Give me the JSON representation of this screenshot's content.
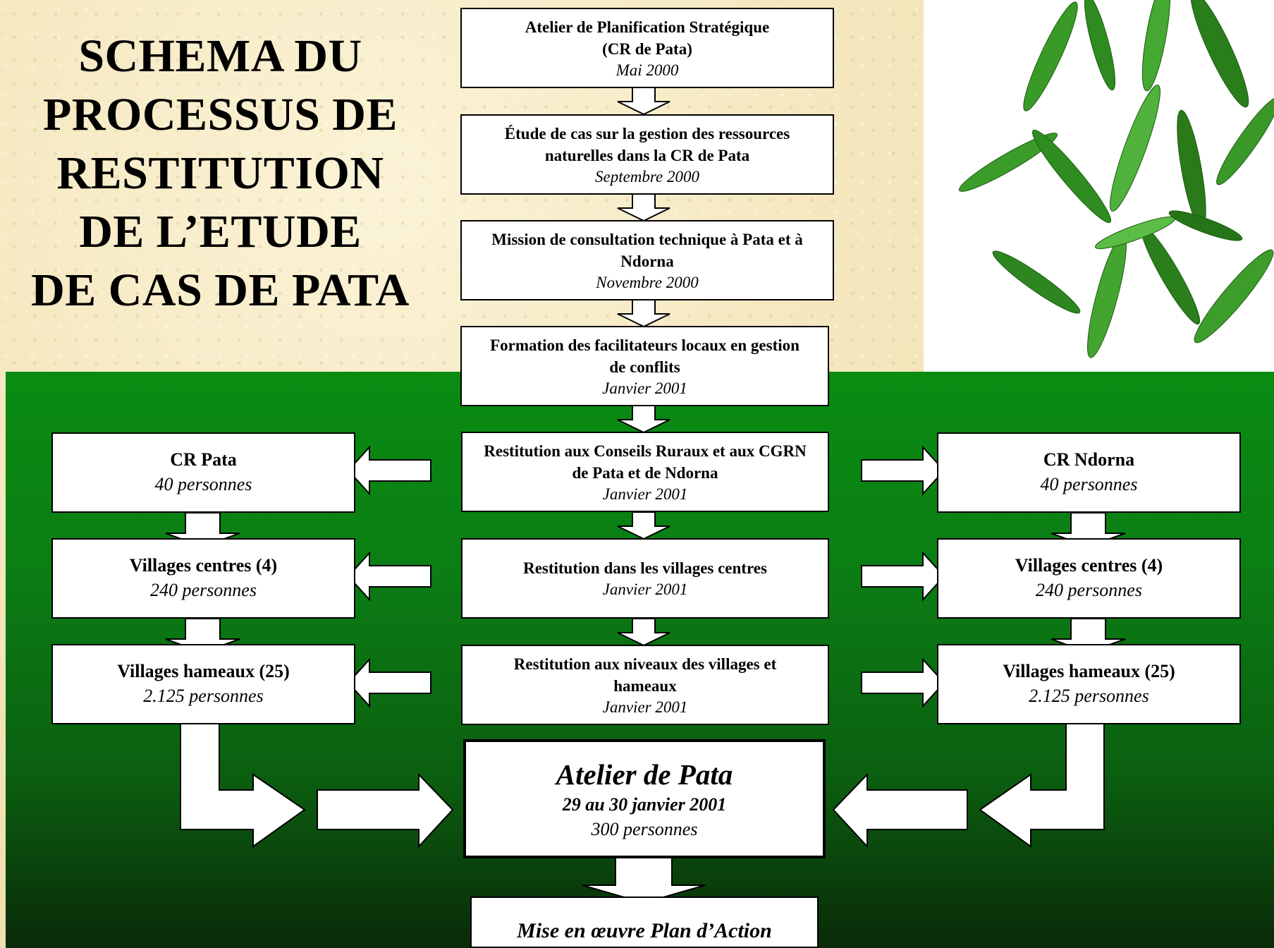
{
  "title": {
    "lines": [
      "SCHEMA DU",
      "PROCESSUS DE",
      "RESTITUTION",
      "DE L’ETUDE",
      "DE CAS DE PATA"
    ]
  },
  "steps": [
    {
      "line1": "Atelier de Planification Stratégique",
      "line2": "(CR de Pata)",
      "date": "Mai 2000"
    },
    {
      "line1": "Étude de cas sur la gestion des ressources",
      "line2": "naturelles dans la CR de Pata",
      "date": "Septembre 2000"
    },
    {
      "line1": "Mission de consultation technique à Pata et à",
      "line2": "Ndorna",
      "date": "Novembre 2000"
    },
    {
      "line1": "Formation des facilitateurs locaux en gestion",
      "line2": "de conflits",
      "date": "Janvier 2001"
    },
    {
      "line1": "Restitution aux Conseils Ruraux et aux CGRN",
      "line2": "de Pata et de Ndorna",
      "date": "Janvier 2001"
    },
    {
      "line1": "Restitution dans les villages centres",
      "line2": "",
      "date": "Janvier 2001"
    },
    {
      "line1": "Restitution aux niveaux des villages et",
      "line2": "hameaux",
      "date": "Janvier 2001"
    }
  ],
  "left_column": [
    {
      "label": "CR Pata",
      "count": "40 personnes"
    },
    {
      "label": "Villages centres (4)",
      "count": "240 personnes"
    },
    {
      "label": "Villages hameaux (25)",
      "count": "2.125 personnes"
    }
  ],
  "right_column": [
    {
      "label": "CR Ndorna",
      "count": "40 personnes"
    },
    {
      "label": "Villages centres (4)",
      "count": "240 personnes"
    },
    {
      "label": "Villages hameaux (25)",
      "count": "2.125 personnes"
    }
  ],
  "atelier": {
    "title": "Atelier de Pata",
    "dates": "29 au 30 janvier 2001",
    "count": "300 personnes"
  },
  "plan": {
    "label": "Mise en œuvre Plan d’Action"
  },
  "colors": {
    "panel_green": "#0b7d14",
    "box_fill": "#ffffff",
    "leaf_green": "#2e8a1e"
  }
}
